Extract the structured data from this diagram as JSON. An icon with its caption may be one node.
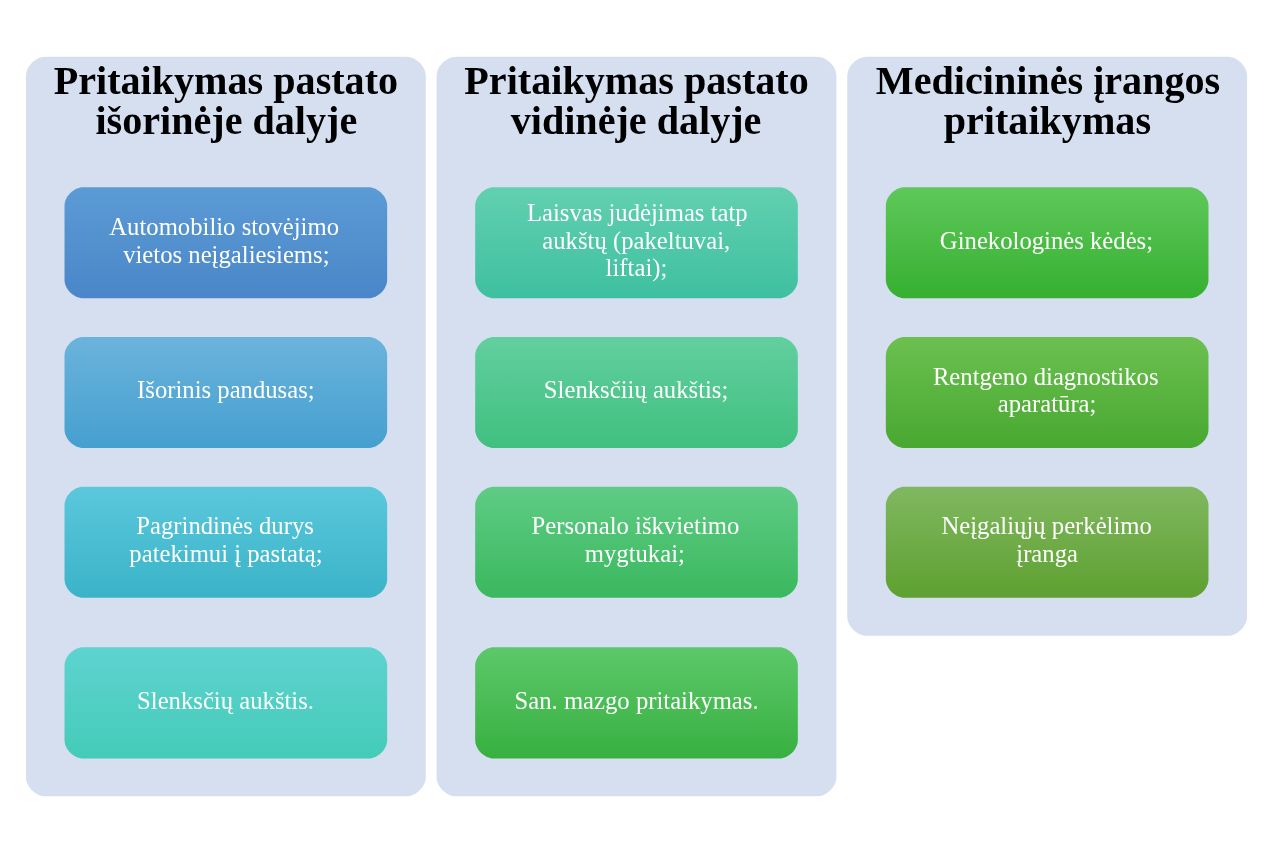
{
  "diagram": {
    "nodes": [
      {
        "text": [
          "Pritaikymas pastato išorinėje dalyje"
        ]
      },
      {
        "text": [
          "Automobilio stovėjimo vietos neįgaliesiems;"
        ],
        "in": 0
      },
      {
        "text": [
          "Išorinis pandusas;"
        ],
        "in": 0
      },
      {
        "text": [
          "Pagrindinės durys patekimui į pastatą;"
        ],
        "in": 0
      },
      {
        "text": [
          "Slenksčių aukštis."
        ],
        "in": 0
      },
      {
        "text": [
          "Pritaikymas pastato vidinėje dalyje"
        ]
      },
      {
        "text": [
          "Laisvas judėjimas tatp aukštų (pakeltuvai, liftai);"
        ],
        "in": 5
      },
      {
        "text": [
          "Slenksčiių aukštis;"
        ],
        "in": 5
      },
      {
        "text": [
          "Personalo iškvietimo mygtukai;"
        ],
        "in": 5
      },
      {
        "text": [
          "San. mazgo pritaikymas."
        ],
        "in": 5
      },
      {
        "text": [
          "Medicininės įrangos pritaikymas"
        ]
      },
      {
        "text": [
          "Ginekologinės kėdės;"
        ],
        "in": 10
      },
      {
        "text": [
          "Rentgeno diagnostikos aparatūra;"
        ],
        "in": 10
      },
      {
        "text": [
          "Neįgaliųjų perkėlimo įranga"
        ],
        "in": 10
      }
    ],
    "edges": []
  }
}
